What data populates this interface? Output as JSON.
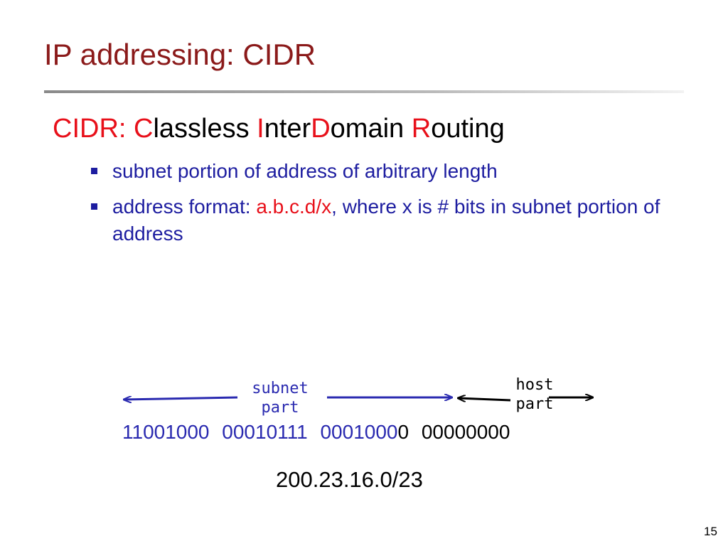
{
  "slide": {
    "title": "IP addressing: CIDR",
    "page_number": "15"
  },
  "heading": {
    "prefix": "CIDR: ",
    "c": "C",
    "lassless": "lassless ",
    "i": "I",
    "nter": "nter",
    "d": "D",
    "omain": "omain ",
    "r": "R",
    "outing": "outing"
  },
  "bullets": {
    "b1": "subnet portion of address of arbitrary length",
    "b2_a": "address format: ",
    "b2_red": "a.b.c.d/x",
    "b2_b": ", where x is # bits in subnet portion of address"
  },
  "diagram": {
    "subnet_line1": "subnet",
    "subnet_line2": "part",
    "host_line1": "host",
    "host_line2": "part",
    "bin1": "11001000",
    "bin2": "00010111",
    "bin3a": "0001000",
    "bin3b": "0",
    "bin4": "00000000",
    "cidr": "200.23.16.0/23",
    "colors": {
      "subnet": "#2a2ab0",
      "host": "#000000"
    }
  }
}
